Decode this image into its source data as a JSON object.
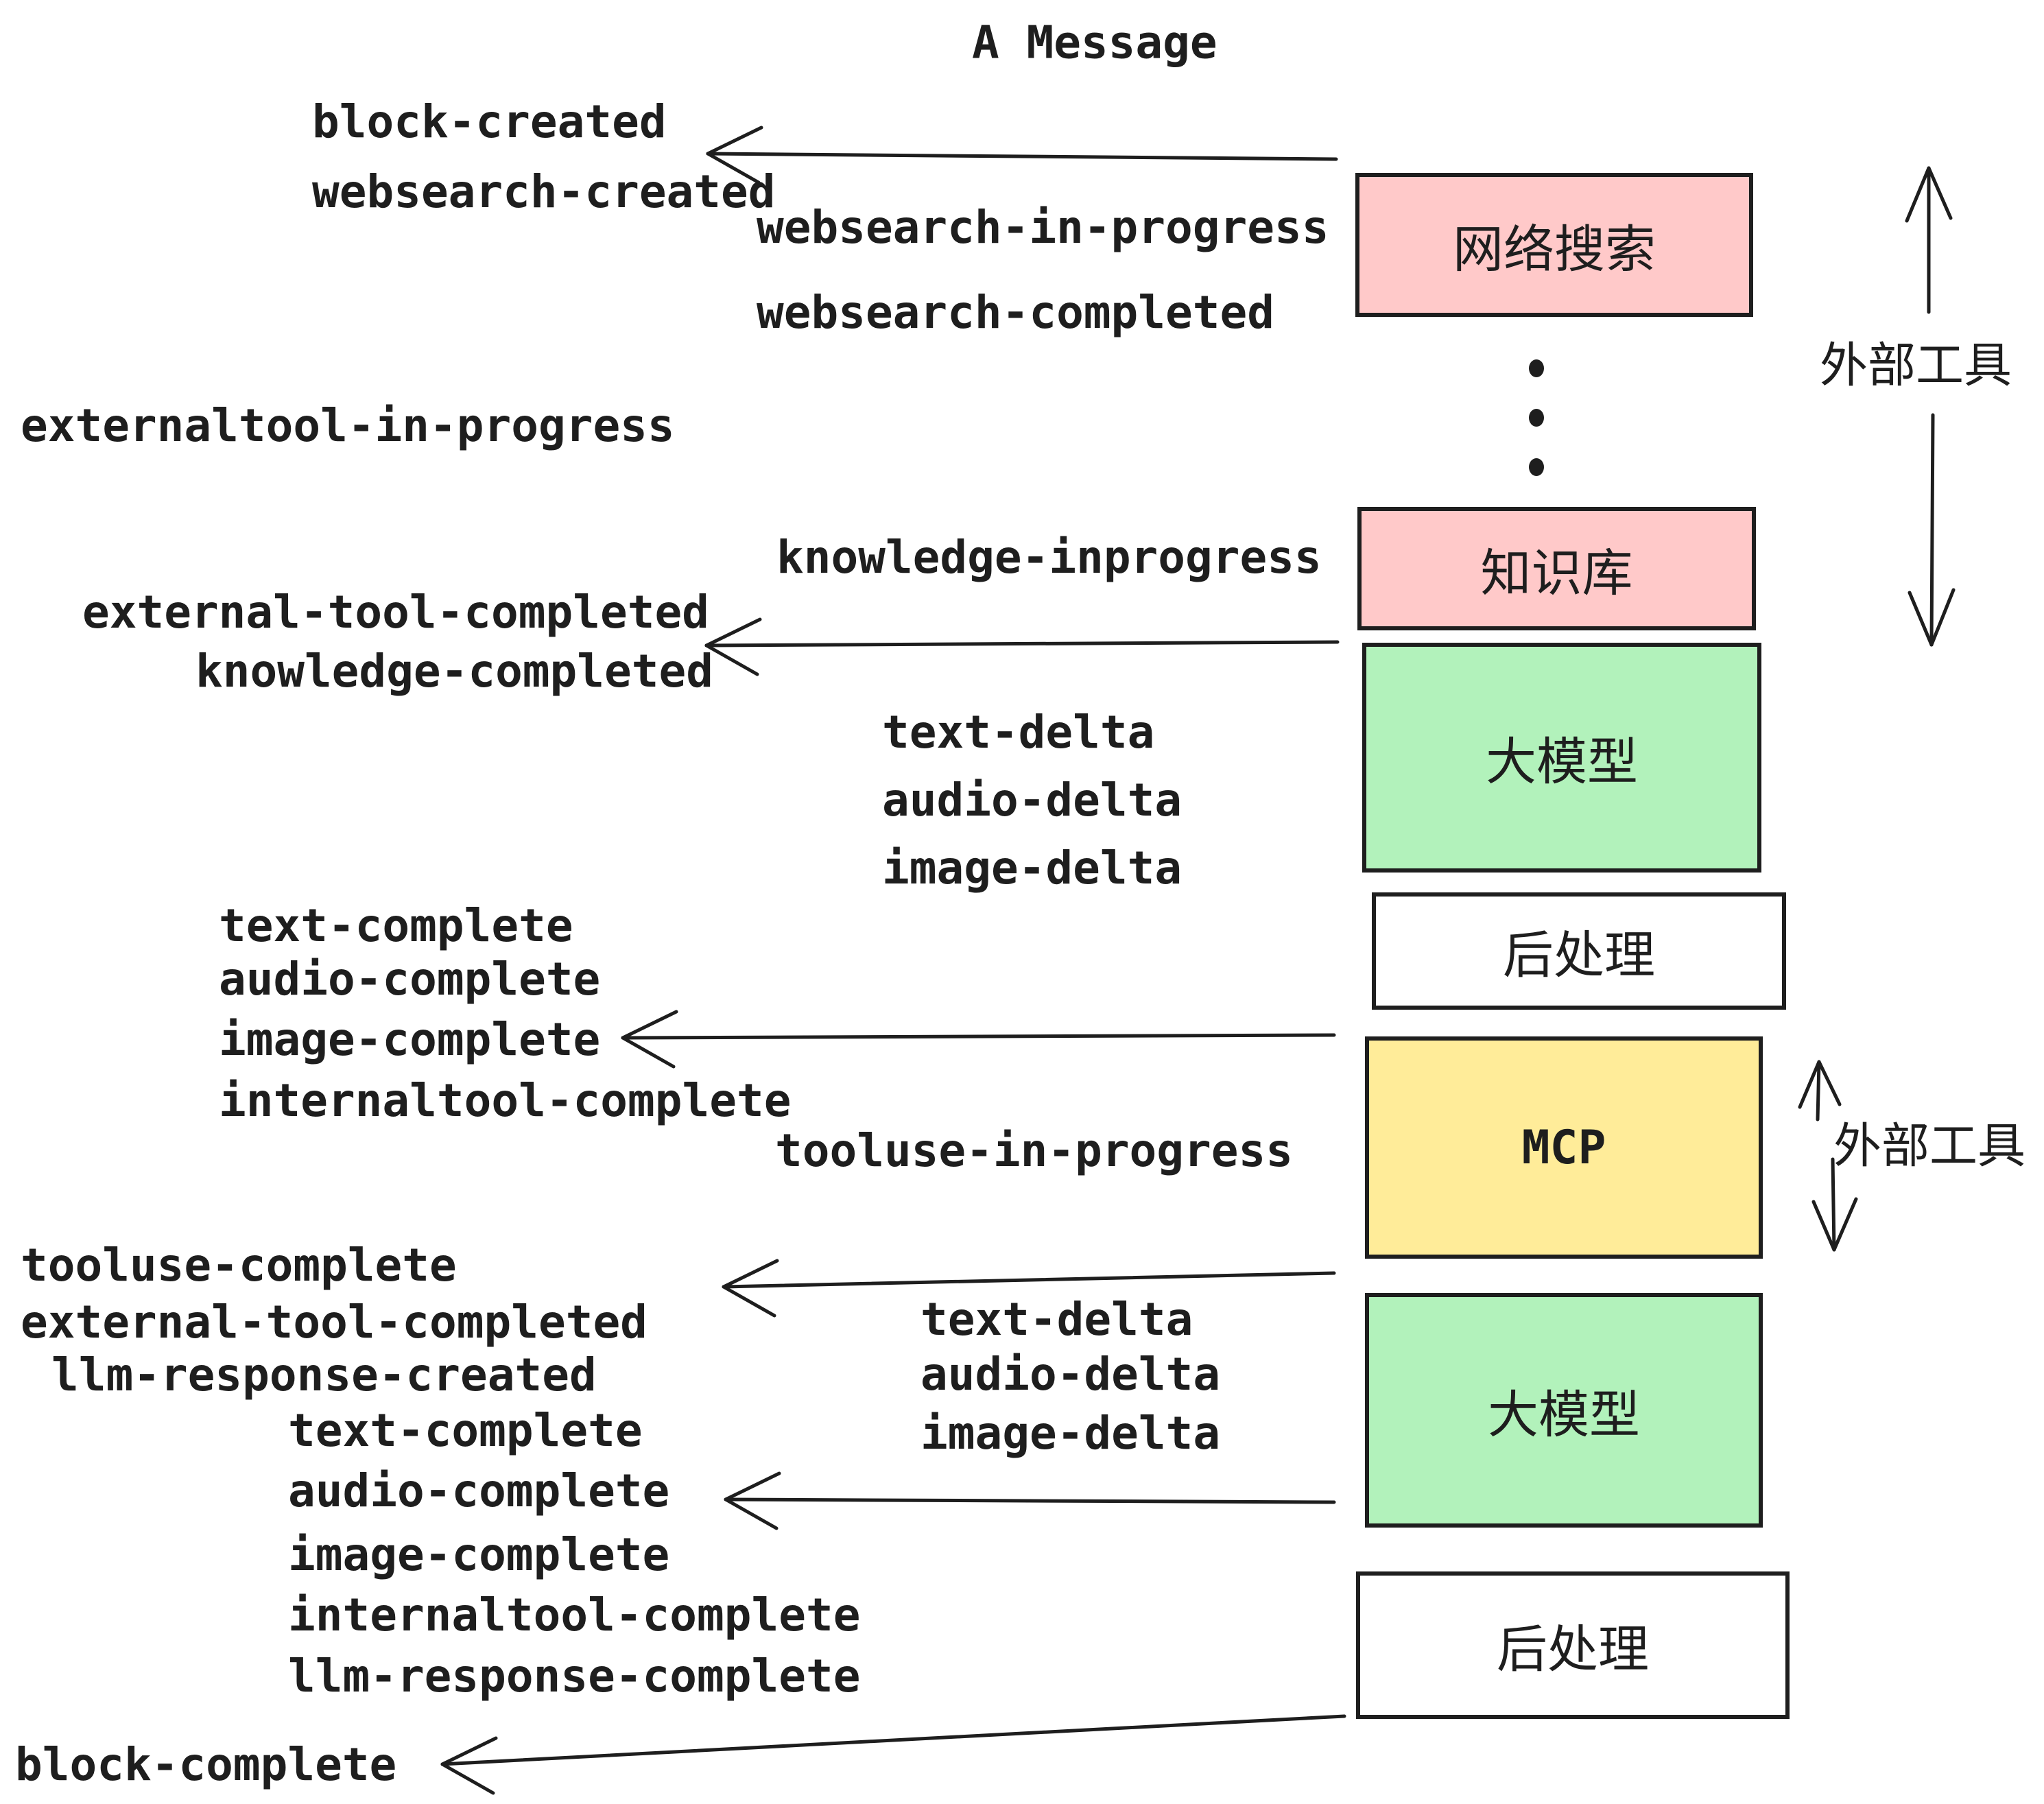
{
  "title": "A Message",
  "colors": {
    "external_tool_fill": "#ffc9c9",
    "llm_fill": "#b2f2bb",
    "mcp_fill": "#ffec99",
    "postprocess_fill": "#ffffff",
    "stroke": "#1e1e1e"
  },
  "boxes": [
    {
      "id": "websearch",
      "label": "网络搜索"
    },
    {
      "id": "knowledge",
      "label": "知识库"
    },
    {
      "id": "llm-1",
      "label": "大模型"
    },
    {
      "id": "postprocess-1",
      "label": "后处理"
    },
    {
      "id": "mcp",
      "label": "MCP"
    },
    {
      "id": "llm-2",
      "label": "大模型"
    },
    {
      "id": "postprocess-2",
      "label": "后处理"
    }
  ],
  "side_labels": [
    {
      "id": "external-tools-1",
      "label": "外部工具"
    },
    {
      "id": "external-tools-2",
      "label": "外部工具"
    }
  ],
  "events": [
    {
      "text": "block-created"
    },
    {
      "text": "websearch-created"
    },
    {
      "text": "websearch-in-progress"
    },
    {
      "text": "websearch-completed"
    },
    {
      "text": "externaltool-in-progress"
    },
    {
      "text": "knowledge-inprogress"
    },
    {
      "text": "external-tool-completed"
    },
    {
      "text": "knowledge-completed"
    },
    {
      "text": "text-delta"
    },
    {
      "text": "audio-delta"
    },
    {
      "text": "image-delta"
    },
    {
      "text": "text-complete"
    },
    {
      "text": "audio-complete"
    },
    {
      "text": "image-complete"
    },
    {
      "text": "internaltool-complete"
    },
    {
      "text": "tooluse-in-progress"
    },
    {
      "text": "tooluse-complete"
    },
    {
      "text": "external-tool-completed"
    },
    {
      "text": "llm-response-created"
    },
    {
      "text": "text-complete"
    },
    {
      "text": "audio-complete"
    },
    {
      "text": "image-complete"
    },
    {
      "text": "internaltool-complete"
    },
    {
      "text": "llm-response-complete"
    },
    {
      "text": "block-complete"
    },
    {
      "text": "text-delta"
    },
    {
      "text": "audio-delta"
    },
    {
      "text": "image-delta"
    }
  ]
}
